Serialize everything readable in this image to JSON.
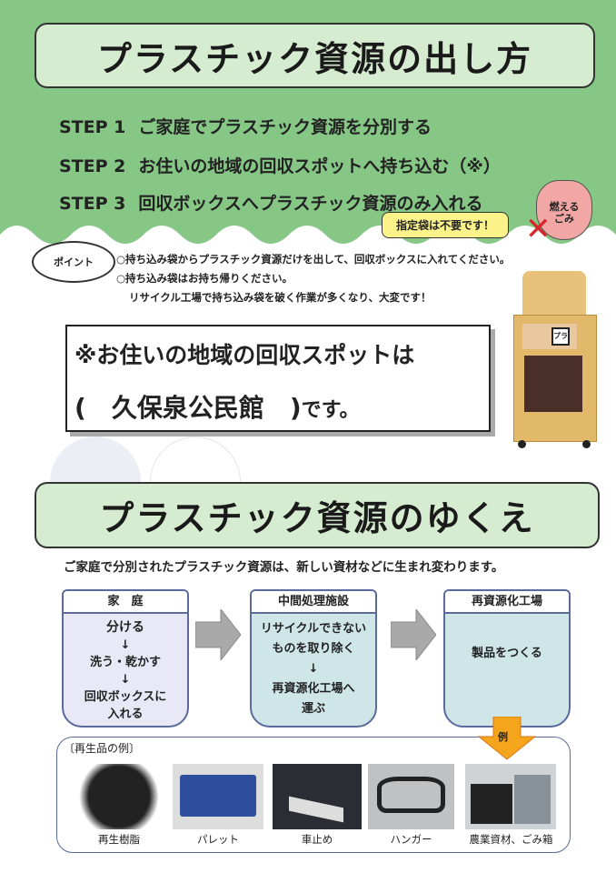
{
  "section1": {
    "title": "プラスチック資源の出し方",
    "steps": [
      {
        "num": "STEP 1",
        "text": "ご家庭でプラスチック資源を分別する"
      },
      {
        "num": "STEP 2",
        "text": "お住いの地域の回収スポットへ持ち込む（※）"
      },
      {
        "num": "STEP 3",
        "text": "回収ボックスへプラスチック資源のみ入れる"
      }
    ],
    "bag_label": "燃える\nごみ",
    "callout": "指定袋は不要です！",
    "point_label": "ポイント",
    "points": [
      "○持ち込み袋からプラスチック資源だけを出して、回収ボックスに入れてください。",
      "○持ち込み袋はお持ち帰りください。",
      "リサイクル工場で持ち込み袋を破く作業が多くなり、大変です！"
    ],
    "spot_line1": "※お住いの地域の回収スポットは",
    "spot_open": "(　",
    "spot_name": "久保泉公民館",
    "spot_close": "　)",
    "spot_suffix": "です。",
    "box_sticker": "プラ"
  },
  "section2": {
    "title": "プラスチック資源のゆくえ",
    "subtitle": "ご家庭で分別されたプラスチック資源は、新しい資材などに生まれ変わります。",
    "flow": [
      {
        "header": "家　庭",
        "lines": [
          "分ける",
          "↓",
          "洗う・乾かす",
          "↓",
          "回収ボックスに",
          "入れる"
        ]
      },
      {
        "header": "中間処理施設",
        "lines": [
          "リサイクルできない",
          "ものを取り除く",
          "↓",
          "再資源化工場へ",
          "運ぶ"
        ]
      },
      {
        "header": "再資源化工場",
        "lines": [
          "製品をつくる"
        ]
      }
    ],
    "example_arrow": "例",
    "examples_label": "〔再生品の例〕",
    "examples": [
      "再生樹脂",
      "パレット",
      "車止め",
      "ハンガー",
      "農業資材、ごみ箱"
    ]
  },
  "colors": {
    "green": "#86c785",
    "title_bg": "#d6ecd0",
    "flow_bg1": "#e8e8f6",
    "flow_bg2": "#cfe6e8",
    "orange": "#f4a51c"
  }
}
